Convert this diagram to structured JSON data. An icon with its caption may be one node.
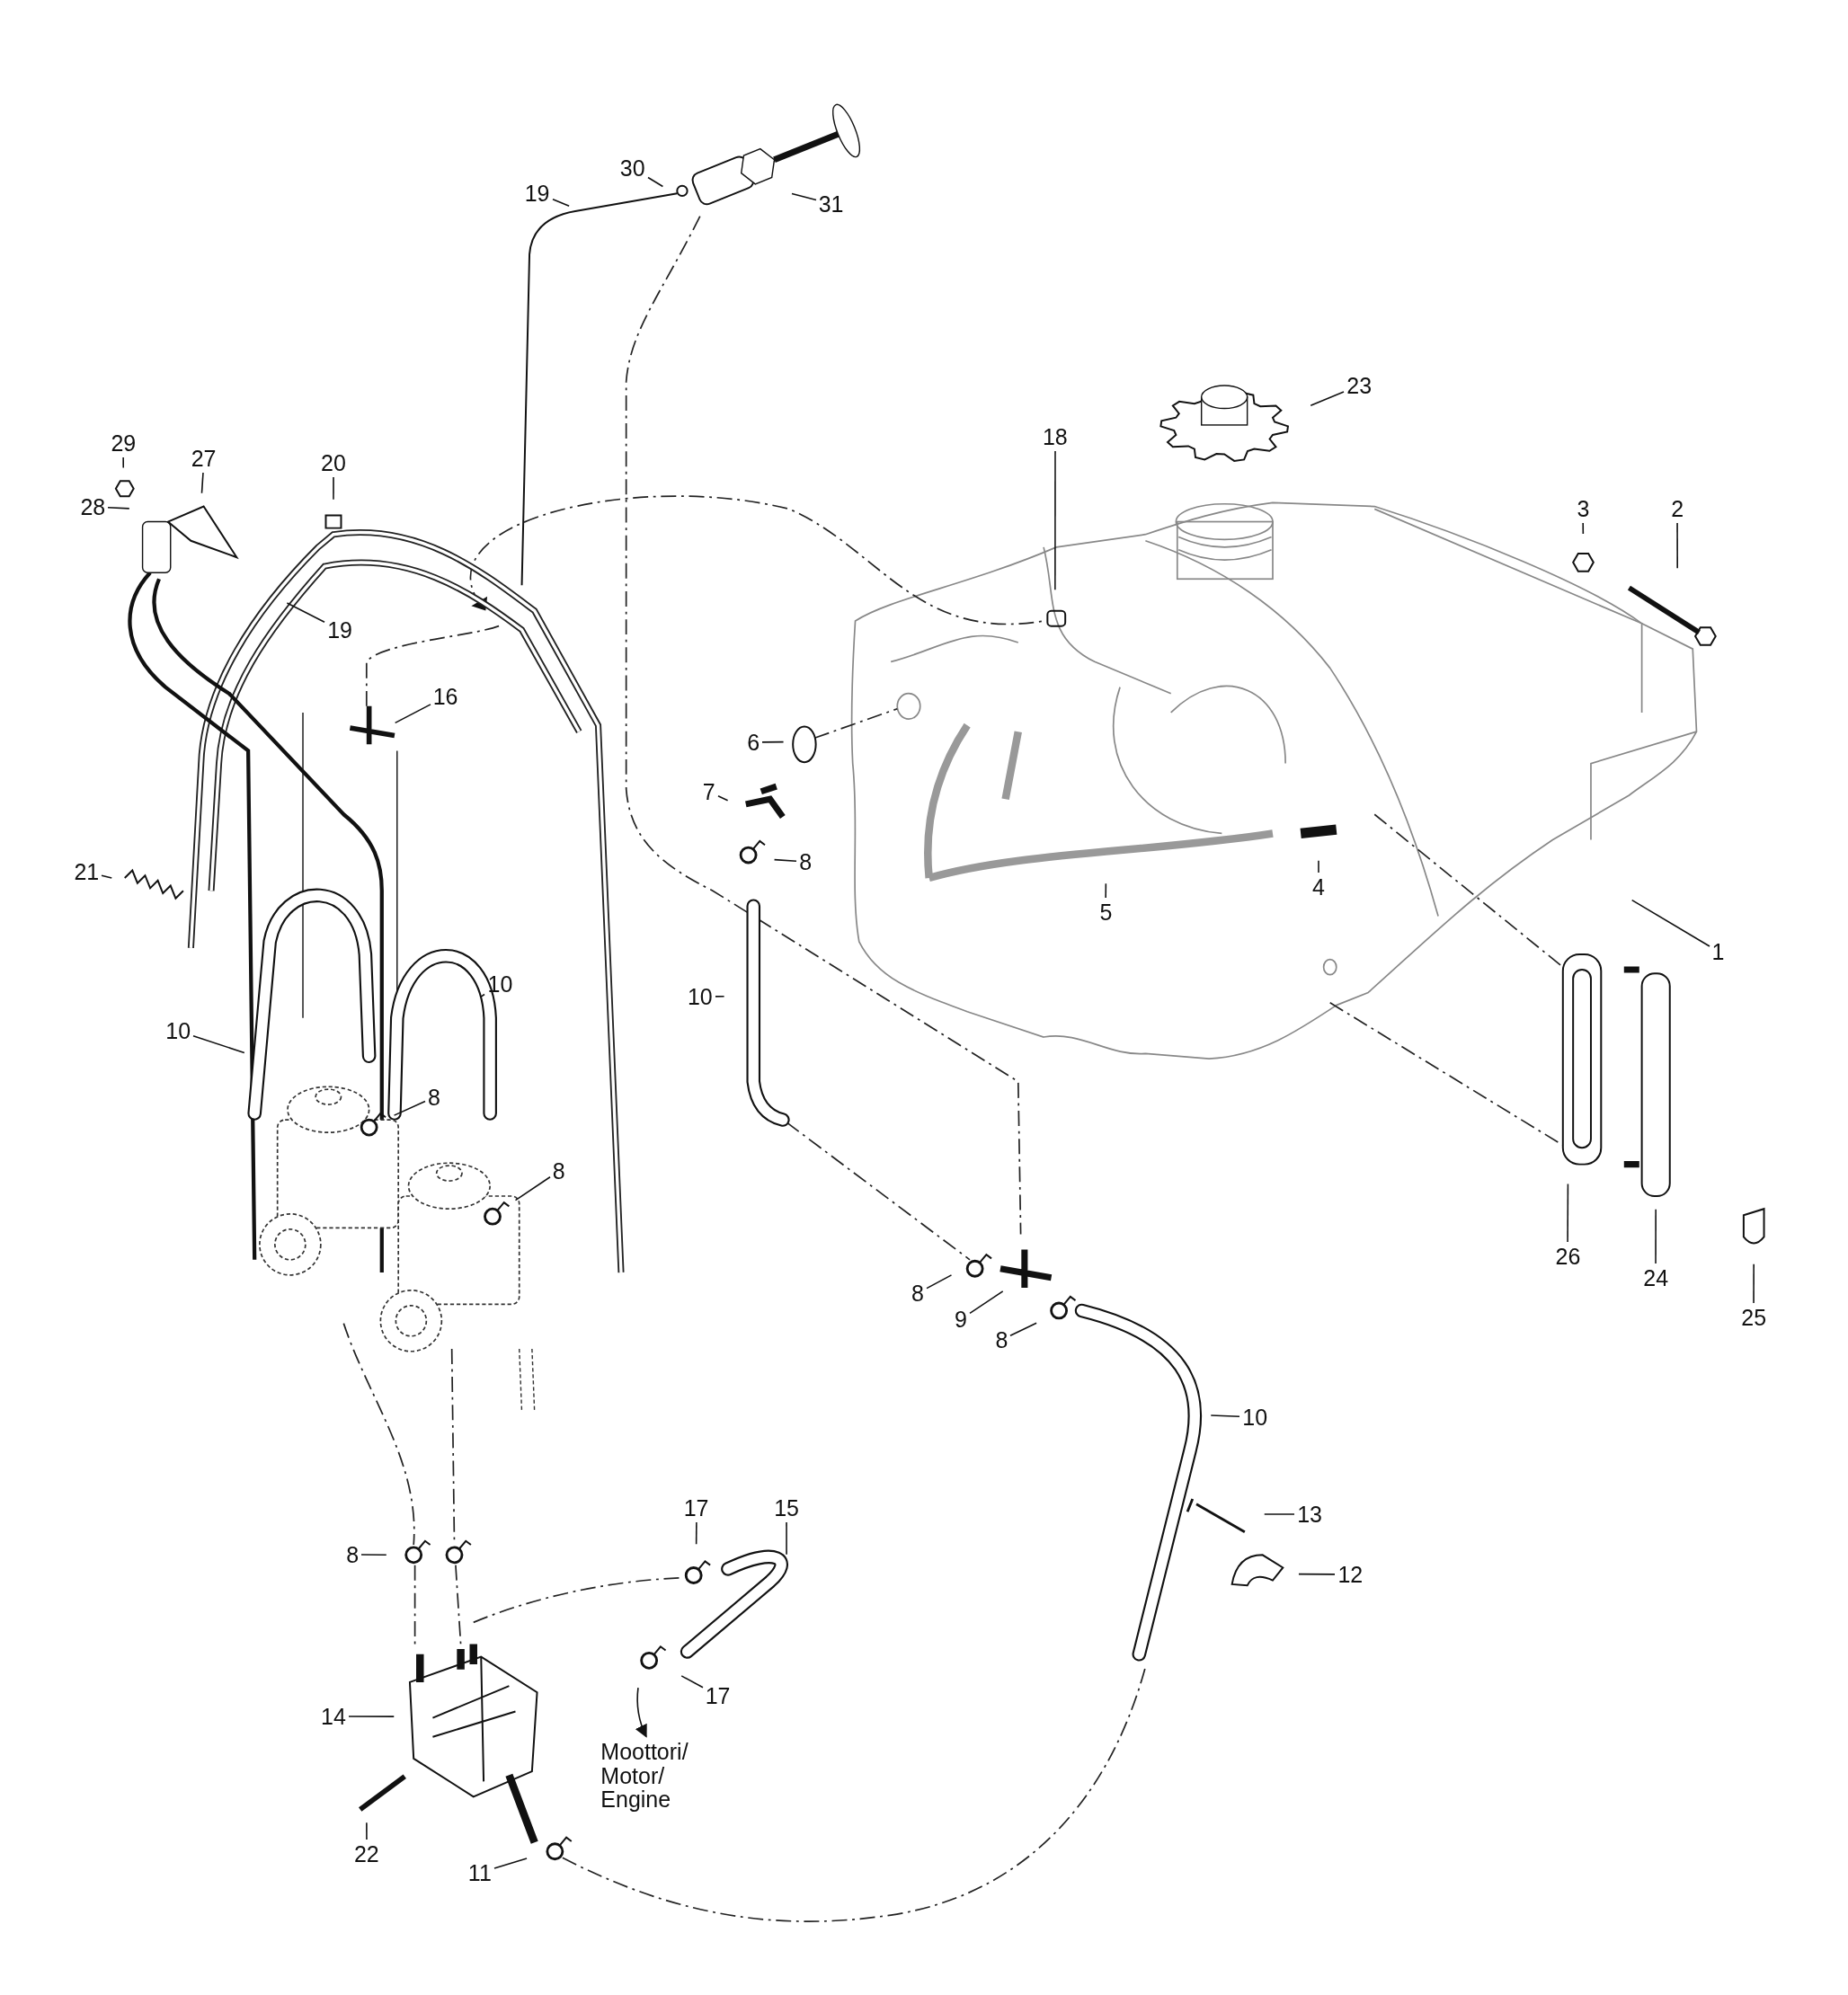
{
  "diagram": {
    "nodes": [
      {
        "text": [
          "30"
        ]
      },
      {
        "text": [
          "31"
        ]
      },
      {
        "text": [
          "19"
        ]
      },
      {
        "text": [
          "29"
        ]
      },
      {
        "text": [
          "27"
        ]
      },
      {
        "text": [
          "28"
        ]
      },
      {
        "text": [
          "20"
        ]
      },
      {
        "text": [
          "19"
        ]
      },
      {
        "text": [
          "18"
        ]
      },
      {
        "text": [
          "23"
        ]
      },
      {
        "text": [
          "3"
        ]
      },
      {
        "text": [
          "2"
        ]
      },
      {
        "text": [
          "16"
        ]
      },
      {
        "text": [
          "6"
        ]
      },
      {
        "text": [
          "7"
        ]
      },
      {
        "text": [
          "8"
        ]
      },
      {
        "text": [
          "5"
        ]
      },
      {
        "text": [
          "4"
        ]
      },
      {
        "text": [
          "1"
        ]
      },
      {
        "text": [
          "21"
        ]
      },
      {
        "text": [
          "10"
        ]
      },
      {
        "text": [
          "10"
        ]
      },
      {
        "text": [
          "10"
        ]
      },
      {
        "text": [
          "8"
        ]
      },
      {
        "text": [
          "8"
        ]
      },
      {
        "text": [
          "8"
        ]
      },
      {
        "text": [
          "9"
        ]
      },
      {
        "text": [
          "8"
        ]
      },
      {
        "text": [
          "26"
        ]
      },
      {
        "text": [
          "24"
        ]
      },
      {
        "text": [
          "25"
        ]
      },
      {
        "text": [
          "10"
        ]
      },
      {
        "text": [
          "13"
        ]
      },
      {
        "text": [
          "12"
        ]
      },
      {
        "text": [
          "17"
        ]
      },
      {
        "text": [
          "15"
        ]
      },
      {
        "text": [
          "8"
        ]
      },
      {
        "text": [
          "17"
        ]
      },
      {
        "text": [
          "14"
        ]
      },
      {
        "text": [
          "22"
        ]
      },
      {
        "text": [
          "11"
        ]
      },
      {
        "text": [
          "Moottori/ Motor/ Engine"
        ]
      }
    ],
    "edges": [
      {
        "from": 0,
        "to": null,
        "arrow": "none"
      },
      {
        "from": 1,
        "to": null,
        "arrow": "none"
      },
      {
        "from": 2,
        "to": null,
        "arrow": "none"
      },
      {
        "from": 3,
        "to": null,
        "arrow": "none"
      },
      {
        "from": 4,
        "to": null,
        "arrow": "none"
      },
      {
        "from": 5,
        "to": null,
        "arrow": "none"
      },
      {
        "from": 6,
        "to": null,
        "arrow": "none"
      },
      {
        "from": 7,
        "to": null,
        "arrow": "none"
      },
      {
        "from": 8,
        "to": null,
        "arrow": "none"
      },
      {
        "from": 9,
        "to": null,
        "arrow": "none"
      },
      {
        "from": 10,
        "to": null,
        "arrow": "none"
      },
      {
        "from": 11,
        "to": null,
        "arrow": "none"
      },
      {
        "from": 12,
        "to": null,
        "arrow": "none"
      },
      {
        "from": 13,
        "to": null,
        "arrow": "none"
      },
      {
        "from": 14,
        "to": null,
        "arrow": "none"
      },
      {
        "from": 15,
        "to": null,
        "arrow": "none"
      },
      {
        "from": 16,
        "to": null,
        "arrow": "none"
      },
      {
        "from": 17,
        "to": null,
        "arrow": "none"
      },
      {
        "from": 18,
        "to": null,
        "arrow": "none"
      },
      {
        "from": 19,
        "to": null,
        "arrow": "none"
      },
      {
        "from": 20,
        "to": null,
        "arrow": "none"
      },
      {
        "from": 21,
        "to": null,
        "arrow": "none"
      },
      {
        "from": 22,
        "to": null,
        "arrow": "none"
      },
      {
        "from": 23,
        "to": null,
        "arrow": "none"
      },
      {
        "from": 24,
        "to": null,
        "arrow": "none"
      },
      {
        "from": 25,
        "to": null,
        "arrow": "none"
      },
      {
        "from": 26,
        "to": null,
        "arrow": "none"
      },
      {
        "from": 27,
        "to": null,
        "arrow": "none"
      },
      {
        "from": 28,
        "to": null,
        "arrow": "none"
      },
      {
        "from": 29,
        "to": null,
        "arrow": "none"
      },
      {
        "from": 30,
        "to": null,
        "arrow": "none"
      },
      {
        "from": 31,
        "to": null,
        "arrow": "none"
      },
      {
        "from": 32,
        "to": null,
        "arrow": "none"
      },
      {
        "from": 33,
        "to": null,
        "arrow": "none"
      },
      {
        "from": 34,
        "to": null,
        "arrow": "none"
      },
      {
        "from": 35,
        "to": null,
        "arrow": "none"
      },
      {
        "from": 36,
        "to": null,
        "arrow": "none"
      },
      {
        "from": 37,
        "to": null,
        "arrow": "none"
      },
      {
        "from": 38,
        "to": null,
        "arrow": "none"
      },
      {
        "from": 39,
        "to": null,
        "arrow": "none"
      },
      {
        "from": 40,
        "to": null,
        "arrow": "none"
      },
      {
        "from": null,
        "to": 41,
        "arrow": "to"
      }
    ]
  }
}
